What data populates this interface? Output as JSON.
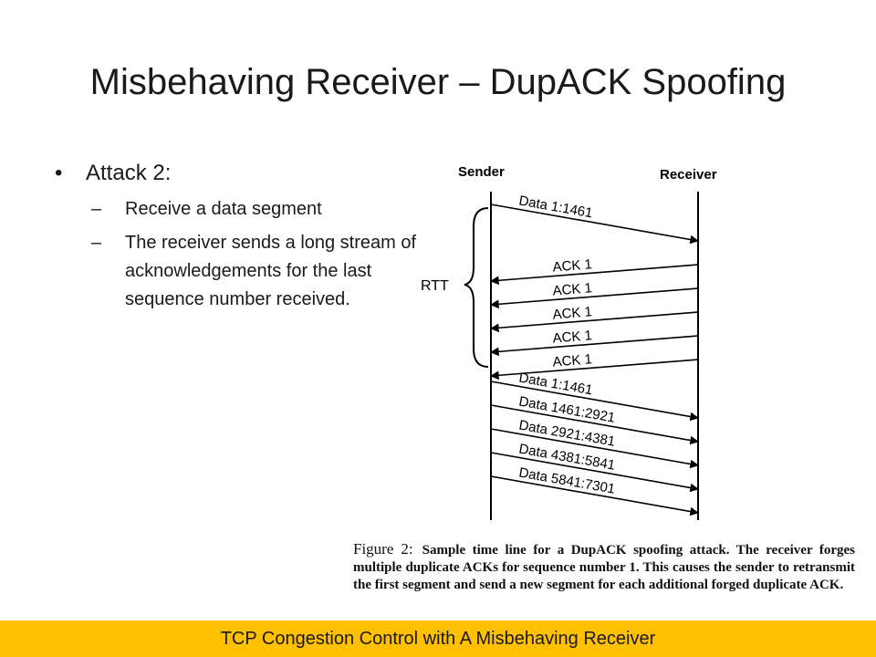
{
  "slide": {
    "title": "Misbehaving Receiver – DupACK Spoofing",
    "bullet_symbol": "•",
    "dash_symbol": "–",
    "bullet": "Attack 2:",
    "sub_bullets": [
      "Receive a data segment",
      "The receiver sends a long stream of acknowledgements for the last sequence number received."
    ],
    "footer": "TCP Congestion Control with A Misbehaving Receiver"
  },
  "diagram": {
    "sender_label": "Sender",
    "receiver_label": "Receiver",
    "rtt_label": "RTT",
    "first_data": "Data 1:1461",
    "acks": [
      "ACK 1",
      "ACK 1",
      "ACK 1",
      "ACK 1",
      "ACK 1"
    ],
    "data_after": [
      "Data 1:1461",
      "Data 1461:2921",
      "Data 2921:4381",
      "Data 4381:5841",
      "Data 5841:7301"
    ]
  },
  "caption": {
    "figure_label": "Figure 2:",
    "text": "Sample time line for a DupACK spoofing attack. The receiver forges multiple duplicate ACKs for sequence number 1. This causes the sender to retransmit the first segment and send a new segment for each additional forged duplicate ACK."
  }
}
